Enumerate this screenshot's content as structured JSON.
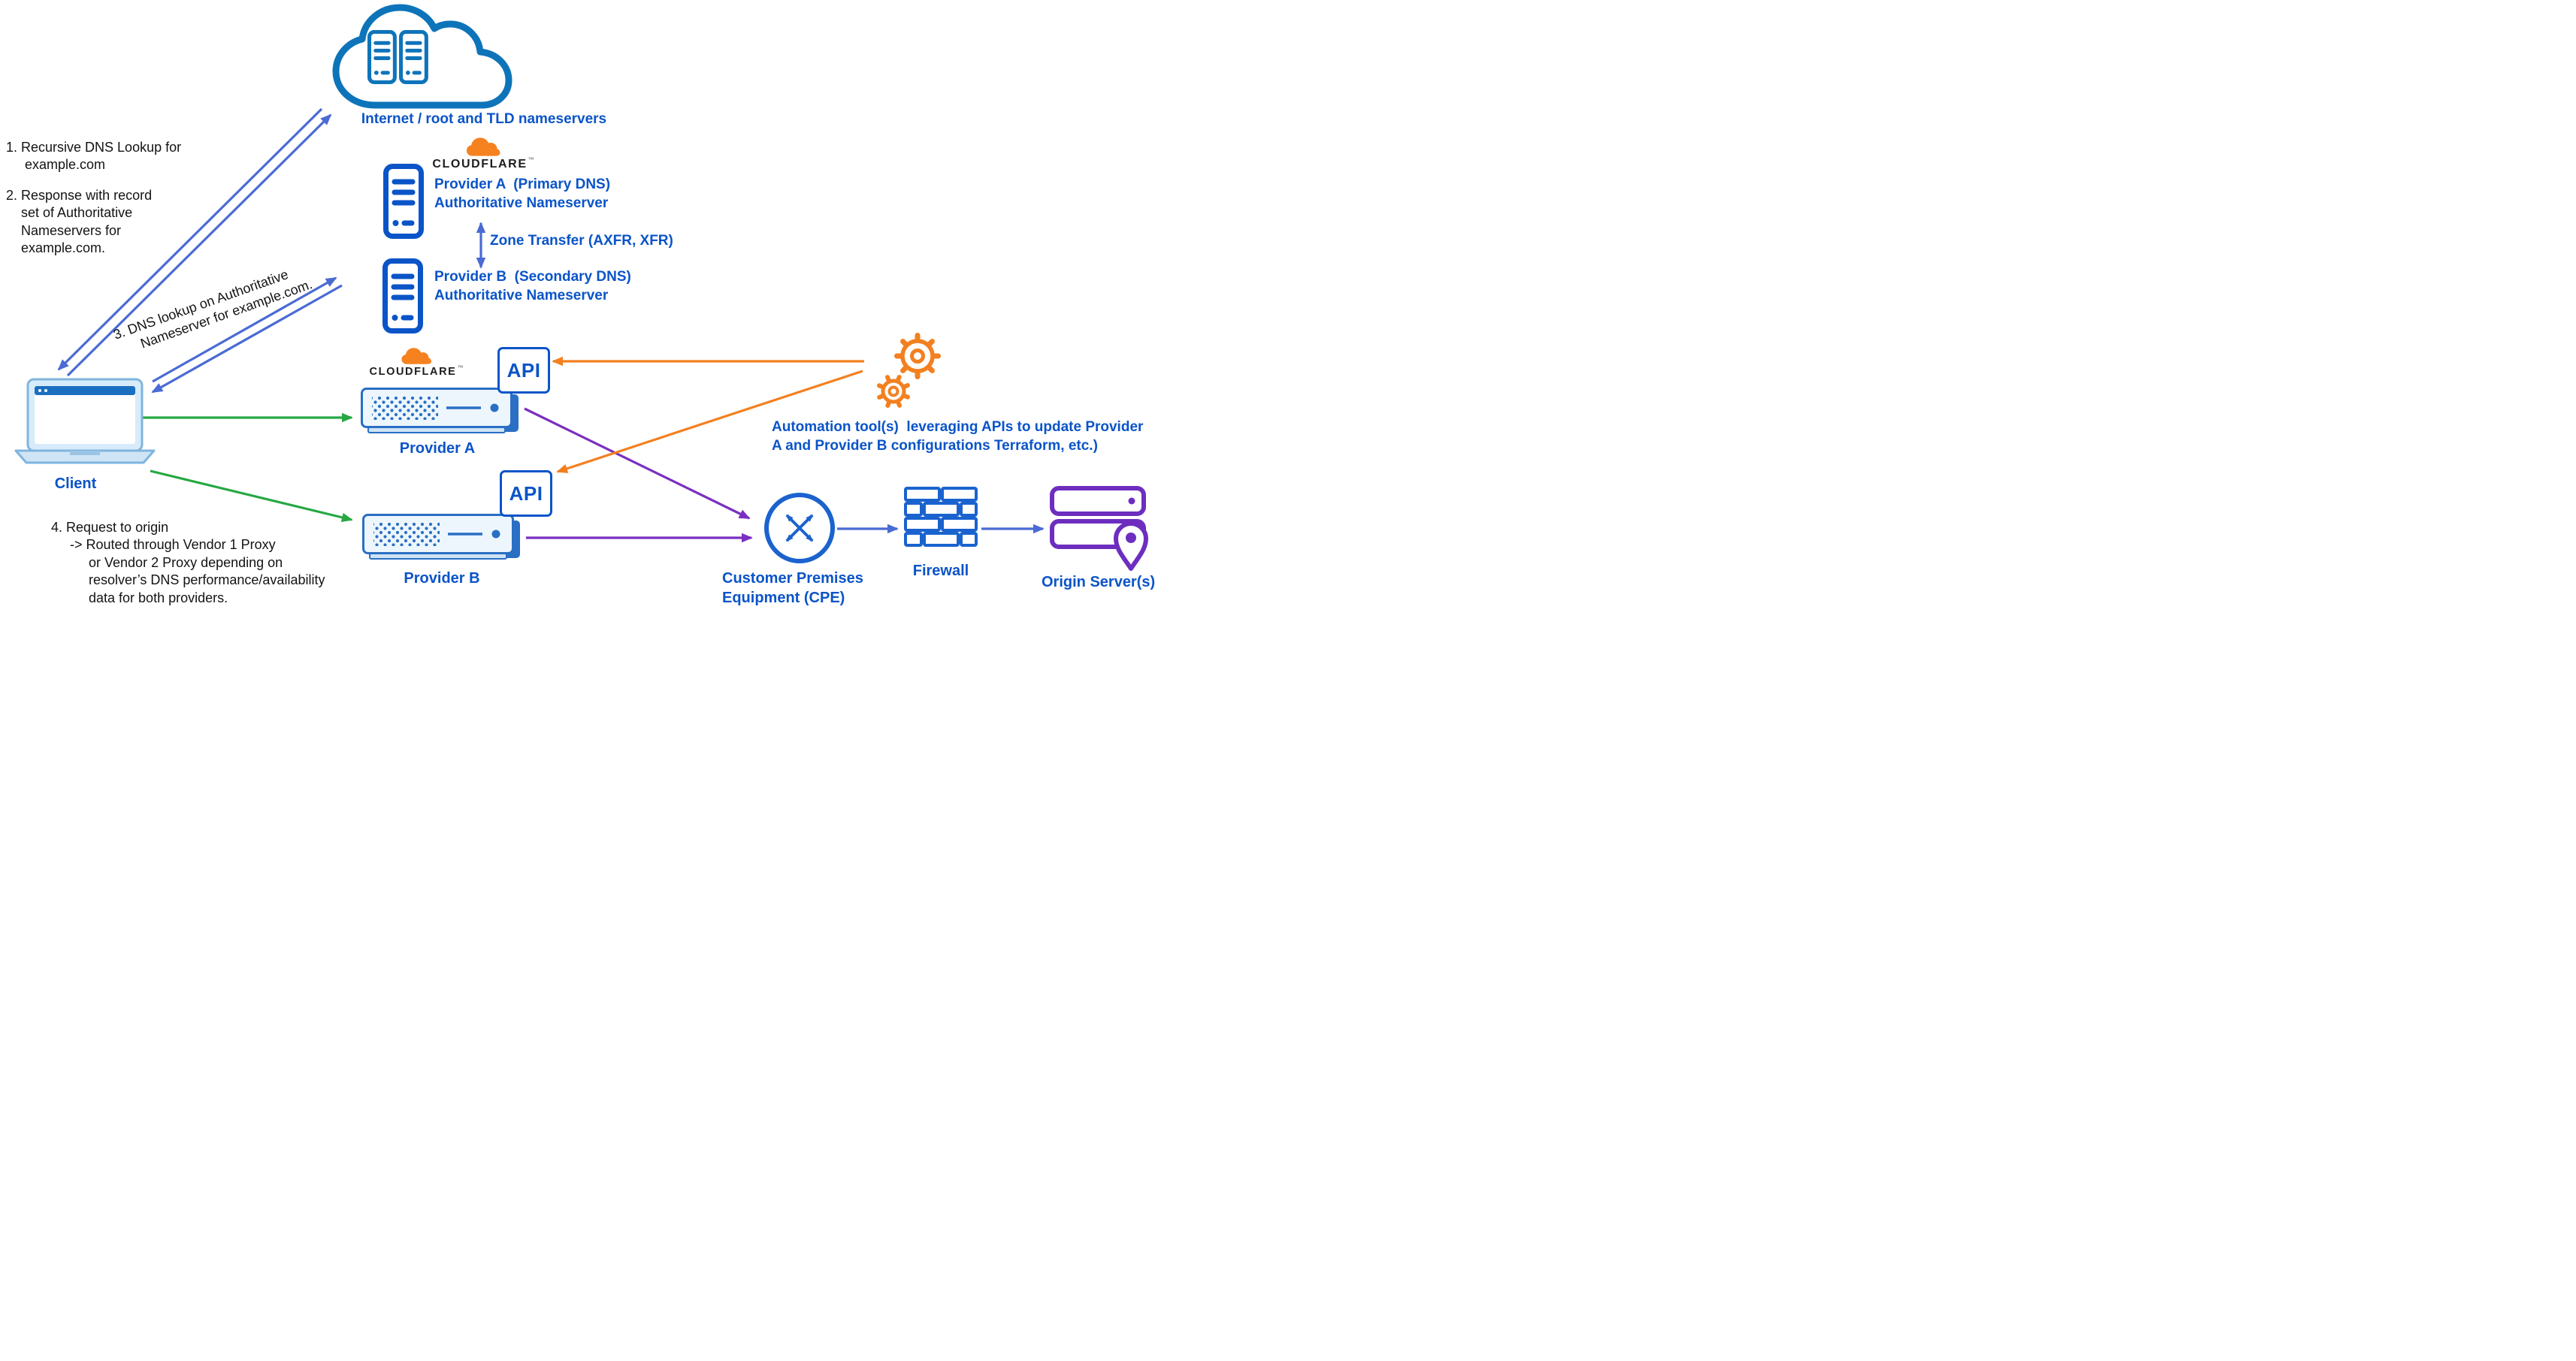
{
  "labels": {
    "internet": "Internet / root and TLD nameservers",
    "provider_a_ns": "Provider A  (Primary DNS)\nAuthoritative Nameserver",
    "provider_b_ns": "Provider B  (Secondary DNS)\nAuthoritative Nameserver",
    "zone_transfer": "Zone Transfer (AXFR, XFR)",
    "client": "Client",
    "provider_a_proxy": "Provider A",
    "provider_b_proxy": "Provider B",
    "api_a": "API",
    "api_b": "API",
    "automation": "Automation tool(s)  leveraging APIs to update Provider\nA and Provider B configurations Terraform, etc.)",
    "cpe": "Customer Premises\nEquipment (CPE)",
    "firewall": "Firewall",
    "origin": "Origin Server(s)"
  },
  "annotations": {
    "step1": "1. Recursive DNS Lookup for\n     example.com",
    "step2": "2. Response with record\n    set of Authoritative\n    Nameservers for\n    example.com.",
    "step3": "3. DNS lookup on Authoritative\n      Nameserver for example.com.",
    "step4": "4. Request to origin\n     -> Routed through Vendor 1 Proxy\n          or Vendor 2 Proxy depending on\n          resolver’s DNS performance/availability\n          data for both providers."
  },
  "logo": {
    "wordmark": "CLOUDFLARE",
    "mark": "™"
  },
  "colors": {
    "label_blue": "#0a54c8",
    "arrow_blue": "#4a6bd4",
    "green": "#26a843",
    "orange": "#f38020",
    "purple": "#7a2fc0",
    "icon_blue": "#1a63cf",
    "cloud_blue": "#0e74ba",
    "origin_purple": "#6d2ebf"
  }
}
